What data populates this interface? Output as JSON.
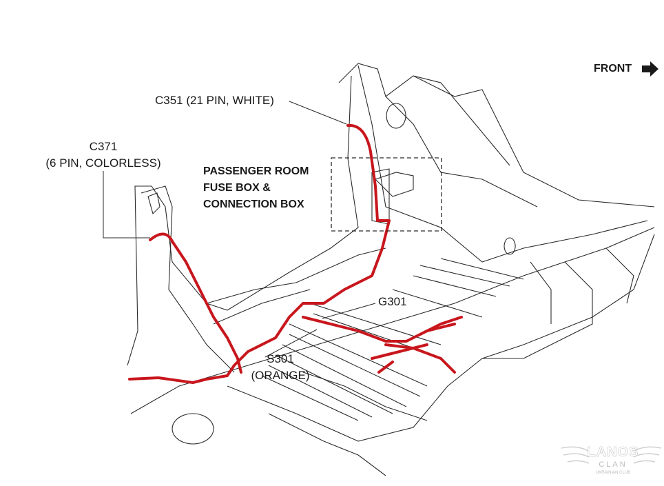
{
  "orientation": {
    "label": "FRONT",
    "icon": "arrow-right-icon"
  },
  "callouts": {
    "c351": "C351 (21 PIN, WHITE)",
    "c371_line1": "C371",
    "c371_line2": "(6 PIN, COLORLESS)",
    "fusebox_line1": "PASSENGER ROOM",
    "fusebox_line2": "FUSE BOX &",
    "fusebox_line3": "CONNECTION BOX",
    "g301": "G301",
    "s301_line1": "S301",
    "s301_line2": "(ORANGE)"
  },
  "watermark": {
    "title": "LANOS",
    "subtitle": "CLAN",
    "tagline": "UKRAINIAN CLUB"
  },
  "colors": {
    "harness": "#c8161d",
    "line": "#2a2a2a"
  }
}
